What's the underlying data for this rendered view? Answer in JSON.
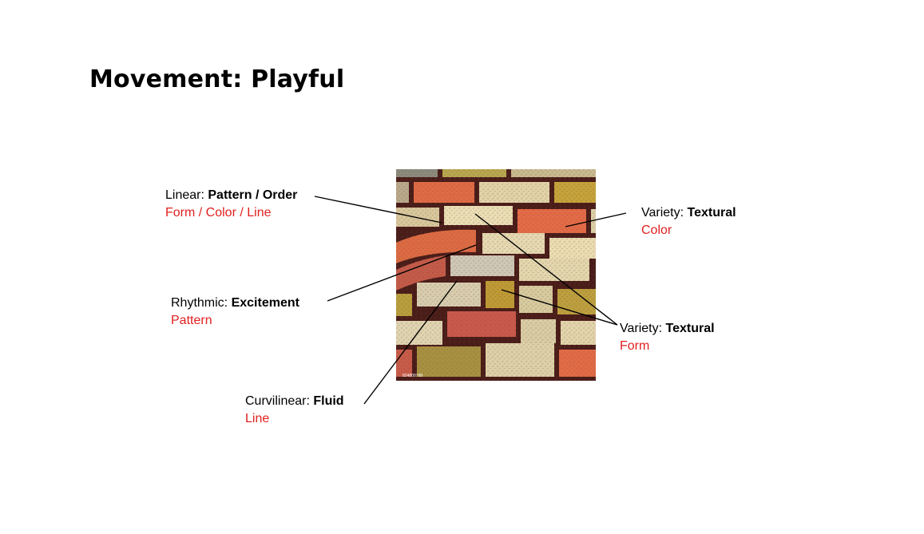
{
  "slide": {
    "title": "Movement: Playful"
  },
  "image": {
    "description_icon": "brick-wall-painting",
    "caption": "824809798"
  },
  "annotations": [
    {
      "id": "linear",
      "prefix": "Linear: ",
      "emphasis": "Pattern / Order",
      "sub": "Form / Color / Line"
    },
    {
      "id": "rhythmic",
      "prefix": "Rhythmic: ",
      "emphasis": "Excitement",
      "sub": "Pattern"
    },
    {
      "id": "curvilinear",
      "prefix": "Curvilinear: ",
      "emphasis": "Fluid",
      "sub": "Line"
    },
    {
      "id": "variety-color",
      "prefix": "Variety: ",
      "emphasis": "Textural",
      "sub": "Color"
    },
    {
      "id": "variety-form",
      "prefix": "Variety: ",
      "emphasis": "Textural",
      "sub": "Form"
    }
  ],
  "colors": {
    "title": "#000000",
    "sub_label": "#e02020",
    "mortar": "#4a1c18"
  }
}
